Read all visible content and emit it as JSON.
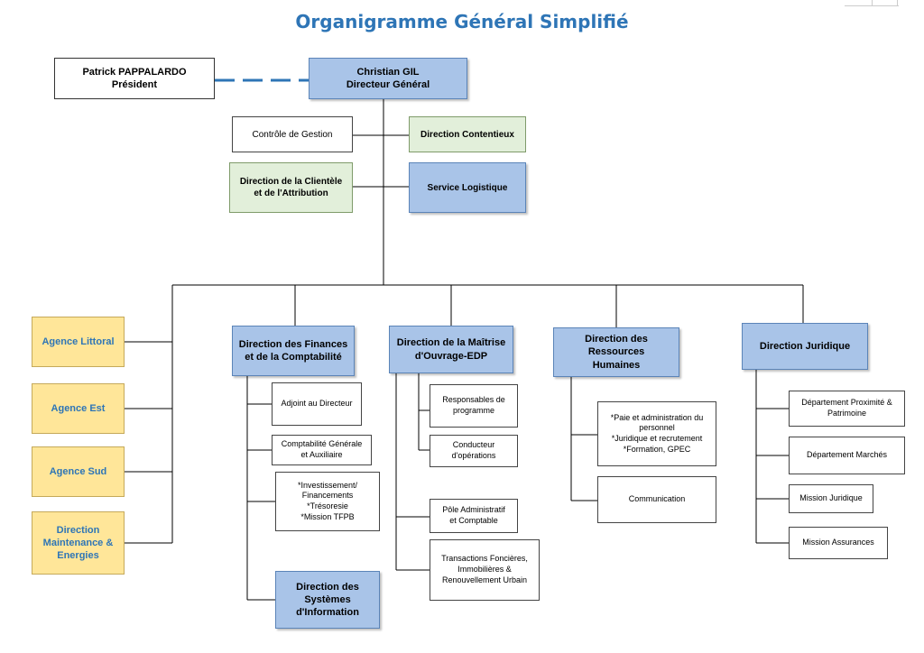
{
  "title": "Organigramme Général Simplifié",
  "president": {
    "name": "Patrick PAPPALARDO",
    "role": "Président"
  },
  "dg": {
    "name": "Christian GIL",
    "role": "Directeur Général"
  },
  "staff": {
    "controle": "Contrôle de Gestion",
    "contentieux": "Direction Contentieux",
    "clientele": "Direction de la Clientèle\net de l'Attribution",
    "logistique": "Service Logistique"
  },
  "agencies": {
    "littoral": "Agence Littoral",
    "est": "Agence Est",
    "sud": "Agence Sud",
    "maintenance": "Direction\nMaintenance &\nEnergies"
  },
  "finances": {
    "head": "Direction des Finances\net de la Comptabilité",
    "adjoint": "Adjoint au Directeur",
    "compta": "Comptabilité Générale\net Auxiliaire",
    "invest": "*Investissement/\nFinancements\n*Trésoresie\n*Mission TFPB",
    "dsi": "Direction des\nSystèmes\nd'Information"
  },
  "mo": {
    "head": "Direction de la Maîtrise\nd'Ouvrage-EDP",
    "responsables": "Responsables de\nprogramme",
    "conducteur": "Conducteur\nd'opérations",
    "pole": "Pôle Administratif\net Comptable",
    "transactions": "Transactions Foncières,\nImmobilières &\nRenouvellement Urbain"
  },
  "rh": {
    "head": "Direction des Ressources\nHumaines",
    "paie": "*Paie et administration du\npersonnel\n*Juridique et recrutement\n*Formation, GPEC",
    "communication": "Communication"
  },
  "juridique": {
    "head": "Direction Juridique",
    "proximite": "Département Proximité &\nPatrimoine",
    "marches": "Département Marchés",
    "mission_juridique": "Mission Juridique",
    "mission_assurances": "Mission Assurances"
  }
}
